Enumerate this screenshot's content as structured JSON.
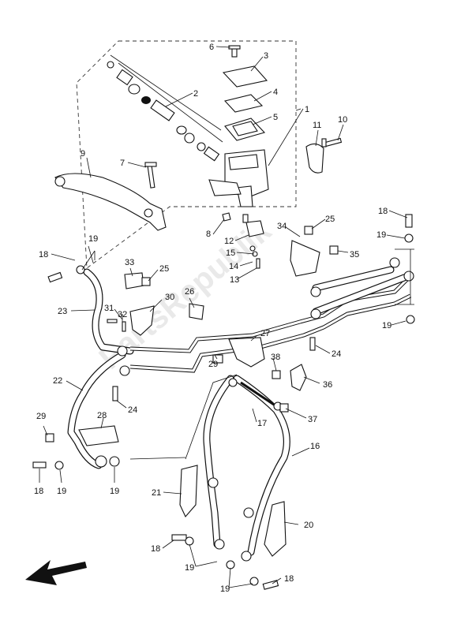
{
  "diagram": {
    "watermark": "PartsRepublik",
    "callouts": [
      "1",
      "2",
      "3",
      "4",
      "5",
      "6",
      "7",
      "8",
      "9",
      "10",
      "11",
      "12",
      "13",
      "14",
      "15",
      "16",
      "17",
      "18",
      "19",
      "20",
      "21",
      "22",
      "23",
      "24",
      "25",
      "26",
      "27",
      "28",
      "29",
      "30",
      "31",
      "32",
      "33",
      "34",
      "35",
      "36",
      "37",
      "38"
    ]
  }
}
